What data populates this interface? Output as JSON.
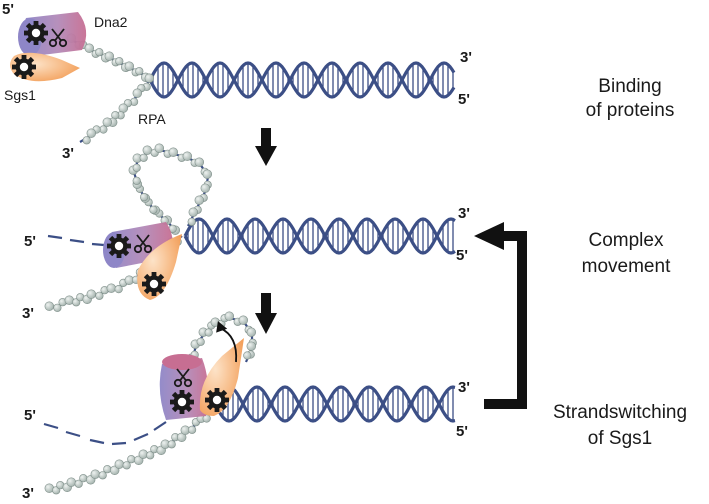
{
  "colors": {
    "dna": "#3c4f86",
    "rpa": "#b4c2bd",
    "rpa_edge": "#7f8f8a",
    "dna2_purple": "#8e86c7",
    "dna2_pink": "#c76e92",
    "sgs1": "#f3a05b",
    "arrow": "#111111"
  },
  "icons": {
    "gear": "gear-icon",
    "scissors": "scissors-icon",
    "arrow": "down-arrow-icon"
  },
  "panel1": {
    "five_prime": "5'",
    "top_three_prime": "3'",
    "bottom_five_prime": "5'",
    "left_three_prime": "3'",
    "dna2_label": "Dna2",
    "sgs1_label": "Sgs1",
    "rpa_label": "RPA"
  },
  "panel2": {
    "left_five_prime": "5'",
    "left_three_prime": "3'",
    "right_three_prime": "3'",
    "right_five_prime": "5'"
  },
  "panel3": {
    "left_five_prime": "5'",
    "left_three_prime": "3'",
    "right_three_prime": "3'",
    "right_five_prime": "5'"
  },
  "stages": [
    {
      "line1": "Binding",
      "line2": "of proteins"
    },
    {
      "line1": "Complex",
      "line2": "movement"
    },
    {
      "line1": "Strandswitching",
      "line2": "of Sgs1"
    }
  ]
}
